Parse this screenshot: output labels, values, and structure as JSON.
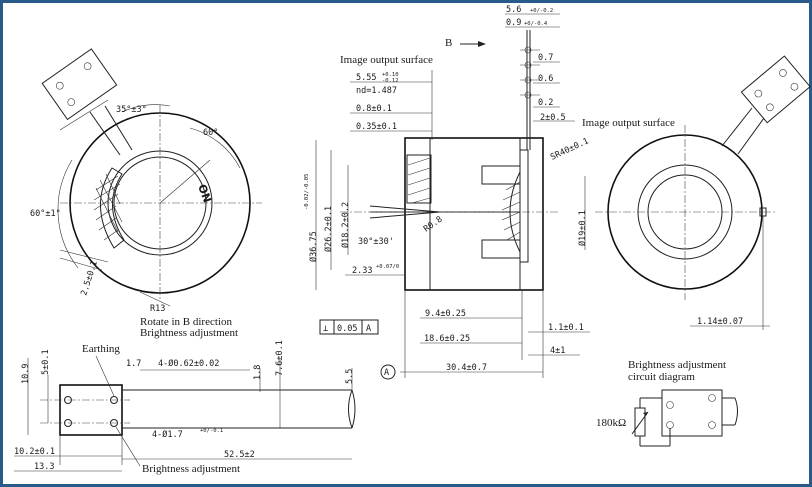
{
  "colors": {
    "border": "#2a5a8a",
    "ink": "#1a1a1a",
    "paper": "#ffffff"
  },
  "labels": {
    "b_marker": "B",
    "image_output_surface_top": "Image output surface",
    "image_output_surface_right": "Image output surface",
    "rotate_line1": "Rotate in B direction",
    "rotate_line2": "Brightness adjustment",
    "earthing": "Earthing",
    "brightness_adjustment": "Brightness adjustment",
    "circuit_line1": "Brightness adjustment",
    "circuit_line2": "circuit diagram",
    "on_mark": "ON",
    "datum_a": "A",
    "resistor": "180kΩ"
  },
  "dims": {
    "angle_35": "35°±3°",
    "angle_60": "60°",
    "angle_60pm": "60°±1°",
    "r13": "R13",
    "d25": "2.5±0.1",
    "d555": "5.55",
    "d555_tol_up": "+0.10",
    "d555_tol_lo": "-0.12",
    "nd": "nd=1.487",
    "d08": "0.8±0.1",
    "d035": "0.35±0.1",
    "d3675": "Ø36.75",
    "d3675_tol": "-0.02/-0.05",
    "d262": "Ø26.2±0.1",
    "d182": "Ø18.2±0.2",
    "angle_30": "30°±30'",
    "r08": "R0.8",
    "d233": "2.33",
    "d233_tol": "+0.07/0",
    "flatness": "⊥",
    "flat_val": "0.05",
    "flat_ref": "A",
    "d94": "9.4±0.25",
    "d186": "18.6±0.25",
    "d304": "30.4±0.7",
    "d56": "5.6",
    "d56_tol": "+0/-0.2",
    "d09": "0.9",
    "d09_tol": "+0/-0.4",
    "d07": "0.7",
    "d06": "0.6",
    "d02": "0.2",
    "d2_5": "2±0.5",
    "sr40": "SR40±0.1",
    "d19": "Ø19±0.1",
    "d11": "1.1±0.1",
    "d4": "4±1",
    "d114": "1.14±0.07",
    "d109": "10.9",
    "d5": "5±0.1",
    "d17": "1.7",
    "holes062": "4-Ø0.62±0.02",
    "d18": "1.8",
    "d76": "7.6±0.1",
    "d55": "5.5",
    "holes17": "4-Ø1.7",
    "holes17_tol": "+0/-0.1",
    "d102": "10.2±0.1",
    "d133": "13.3",
    "d525": "52.5±2"
  }
}
